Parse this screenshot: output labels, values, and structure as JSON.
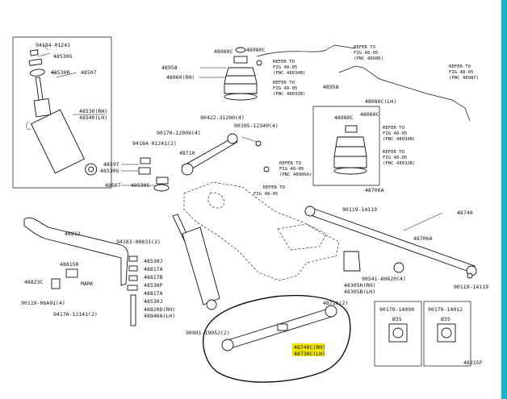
{
  "labels": {
    "l_94184": "94184-01241",
    "l_48530G_top": "48530G",
    "l_48530R": "48530R",
    "l_48507_top": "48507",
    "l_48530rh": "48530(RH)",
    "l_48540lh": "48540(LH)",
    "l_48597": "48597",
    "l_48530G_mid": "48530G",
    "l_48507_mid": "48507",
    "l_48530s": "48530S",
    "l_48958_a": "48958",
    "l_48060c": "48060C",
    "l_48080c_top": "48080C",
    "l_48080c_bot": "48080C",
    "l_48060rh": "48060(RH)",
    "l_ref_a1": "REFER TO",
    "l_ref_a2": "FIG 48-05",
    "l_ref_a3": "(PNC 48034B)",
    "l_ref_b1": "REFER TO",
    "l_ref_b2": "FIG 48-05",
    "l_ref_b3": "(PNC 48032B)",
    "l_ref_c1": "REFER TO",
    "l_ref_c2": "FIG 48-05",
    "l_ref_c3": "(PNC 48986)",
    "l_ref_d1": "REFER TO",
    "l_ref_d2": "FIG 48-05",
    "l_ref_d3": "(PNC 48987)",
    "l_48958_b": "48958",
    "l_48080c_lh": "48080C(LH)",
    "l_48080c_r1": "48080C",
    "l_48060c_r": "48060C",
    "l_ref_e1": "REFER TO",
    "l_ref_e2": "FIG 48-05",
    "l_ref_e3": "(PNC 48034B)",
    "l_ref_f1": "REFER TO",
    "l_ref_f2": "FIG 48-05",
    "l_ref_f3": "(PNC 48032B)",
    "l_90422": "90422-31200(4)",
    "l_90170": "90170-12009(4)",
    "l_90105": "90105-12340(4)",
    "l_94184b": "94184-01241(2)",
    "l_48710": "48710",
    "l_ref_g1": "REFER TO",
    "l_ref_g2": "FIG 48-05",
    "l_ref_g3": "(PNC 48906A)",
    "l_ref_h1": "REFER TO",
    "l_ref_h2": "FIG 48-05",
    "l_48706a_top": "48706A",
    "l_90119a": "90119-14119",
    "l_48740": "48740",
    "l_48812": "48812",
    "l_48815r": "48815R",
    "l_48823c": "48823C",
    "l_90119b": "90119-06A91(4)",
    "l_94170": "94170-12141(2)",
    "l_mark": "MARK",
    "l_94183": "94183-00831(2)",
    "l_48530j": "48530J",
    "l_48817a": "48817A",
    "l_48817b": "48817B",
    "l_48530p": "48530P",
    "l_48817c": "48817A",
    "l_48530j2": "48530J",
    "l_48820d": "48820D(RH)",
    "l_48840a": "48840A(LH)",
    "l_90901": "90901-19052(2)",
    "l_48706a_mid": "48706A",
    "l_90541": "90541-80820(4)",
    "l_48305h": "48305H(RH)",
    "l_48305b": "48305B(LH)",
    "l_90119c": "90119-14119",
    "l_48710b": "48710(2)",
    "l_48740c": "48740C(RH)",
    "l_48730c": "48730C(LH)",
    "l_90179a": "90179-14090",
    "l_90179b": "90179-14012",
    "l_dia1": "Ø35",
    "l_dia2": "Ø35",
    "l_fig": "48215F"
  },
  "highlight": {
    "part_rh": "48740C(RH)",
    "part_lh": "48730C(LH)",
    "color": "#f2e600"
  },
  "right_edge_color": "#16b4c8"
}
